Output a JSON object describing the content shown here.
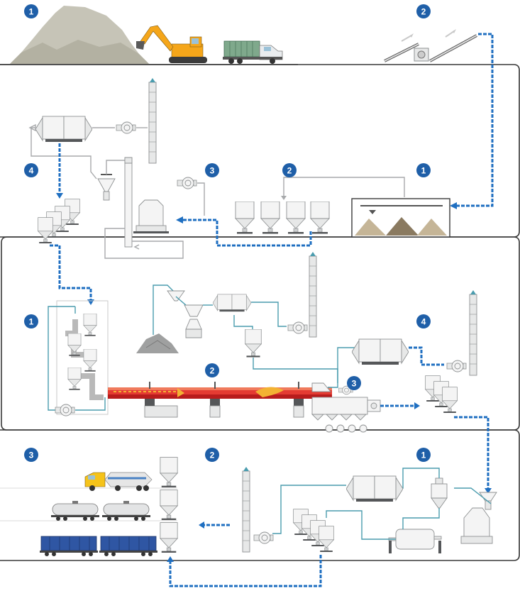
{
  "diagram": {
    "sections": [
      {
        "id": "quarry",
        "badges": [
          "1",
          "2"
        ]
      },
      {
        "id": "raw-mill",
        "badges": [
          "1",
          "2",
          "3",
          "4"
        ]
      },
      {
        "id": "kiln",
        "badges": [
          "1",
          "2",
          "3",
          "4"
        ]
      },
      {
        "id": "cement-mill",
        "badges": [
          "1",
          "2",
          "3"
        ]
      }
    ],
    "colors": {
      "badge": "#1f5fa8",
      "main_flow": "#1f6fc1",
      "process_line": "#4a9cae",
      "air_line": "#a7a9ab",
      "kiln_flame": "#d8262b",
      "section_border": "#3a3a3a"
    },
    "icons": [
      "quarry-hill",
      "excavator",
      "dump-truck",
      "conveyor",
      "stockpile-shed",
      "silo",
      "bag-filter",
      "fan",
      "stack",
      "vertical-mill",
      "bucket-elevator",
      "cyclone-preheater",
      "rotary-kiln",
      "grate-cooler",
      "ball-mill",
      "cement-tanker-truck",
      "rail-tank-wagon",
      "rail-hopper-wagon"
    ]
  }
}
